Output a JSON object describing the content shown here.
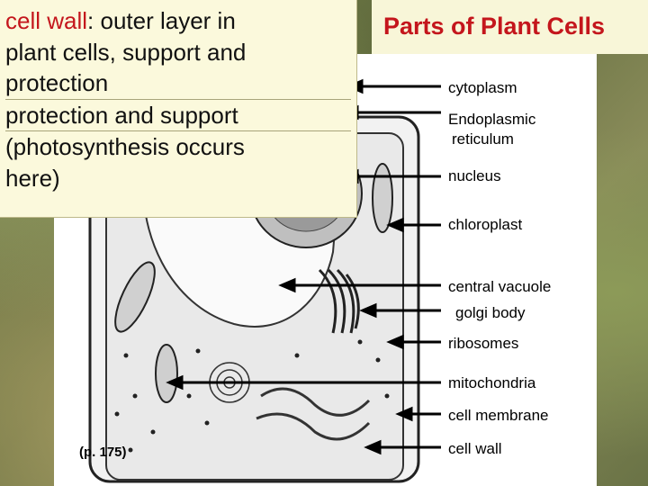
{
  "title": "Parts of Plant Cells",
  "definition": {
    "term": "cell wall",
    "rest_first_line": ": outer layer in",
    "lines": [
      "plant cells, support and",
      "protection",
      "protection and support",
      "(photosynthesis occurs",
      "here)"
    ]
  },
  "labels": [
    "cytoplasm",
    "Endoplasmic",
    "reticulum",
    "nucleus",
    "chloroplast",
    "central vacuole",
    "golgi body",
    "ribosomes",
    "mitochondria",
    "cell membrane",
    "cell wall"
  ],
  "page_ref": "(p. 175)",
  "colors": {
    "title": "#c4161c",
    "term": "#c4161c",
    "definition_bg": "#fbf9dc"
  }
}
